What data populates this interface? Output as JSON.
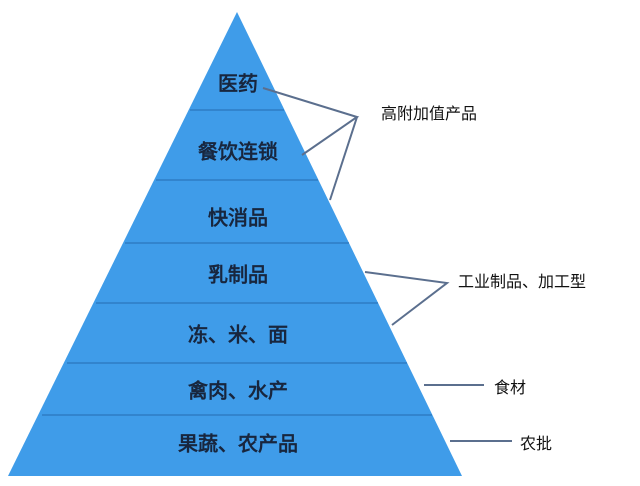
{
  "pyramid": {
    "levels": [
      "医药",
      "餐饮连锁",
      "快消品",
      "乳制品",
      "冻、米、面",
      "禽肉、水产",
      "果蔬、农产品"
    ],
    "fill_color": "#3f9ce9",
    "divider_color": "#2e7cc4"
  },
  "annotations": [
    "高附加值产品",
    "工业制品、加工型",
    "食材",
    "农批"
  ],
  "connector_color": "#5b6f8e"
}
